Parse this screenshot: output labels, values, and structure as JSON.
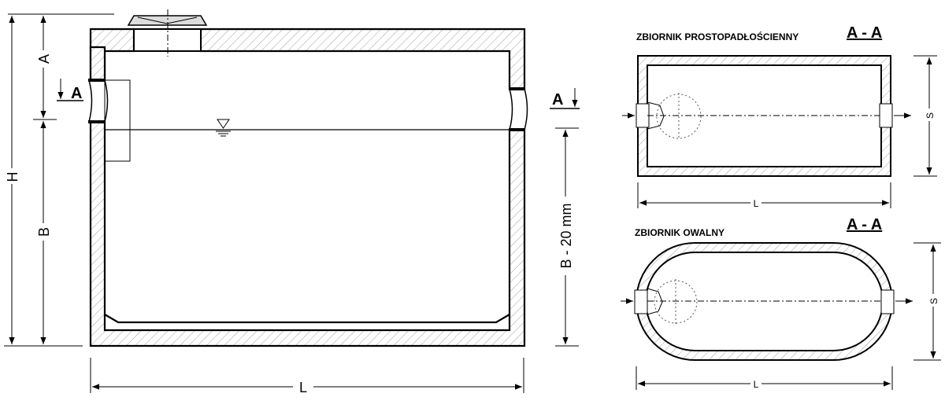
{
  "main_view": {
    "dim_H": "H",
    "dim_A": "A",
    "dim_B": "B",
    "dim_L": "L",
    "dim_B_minus": "B - 20 mm",
    "section_mark_left": "A",
    "section_mark_right": "A"
  },
  "rect_section": {
    "title": "ZBIORNIK PROSTOPADŁOŚCIENNY",
    "section_label": "A - A",
    "dim_L": "L",
    "dim_S": "S"
  },
  "oval_section": {
    "title": "ZBIORNIK OWALNY",
    "section_label": "A - A",
    "dim_L": "L",
    "dim_S": "S"
  }
}
